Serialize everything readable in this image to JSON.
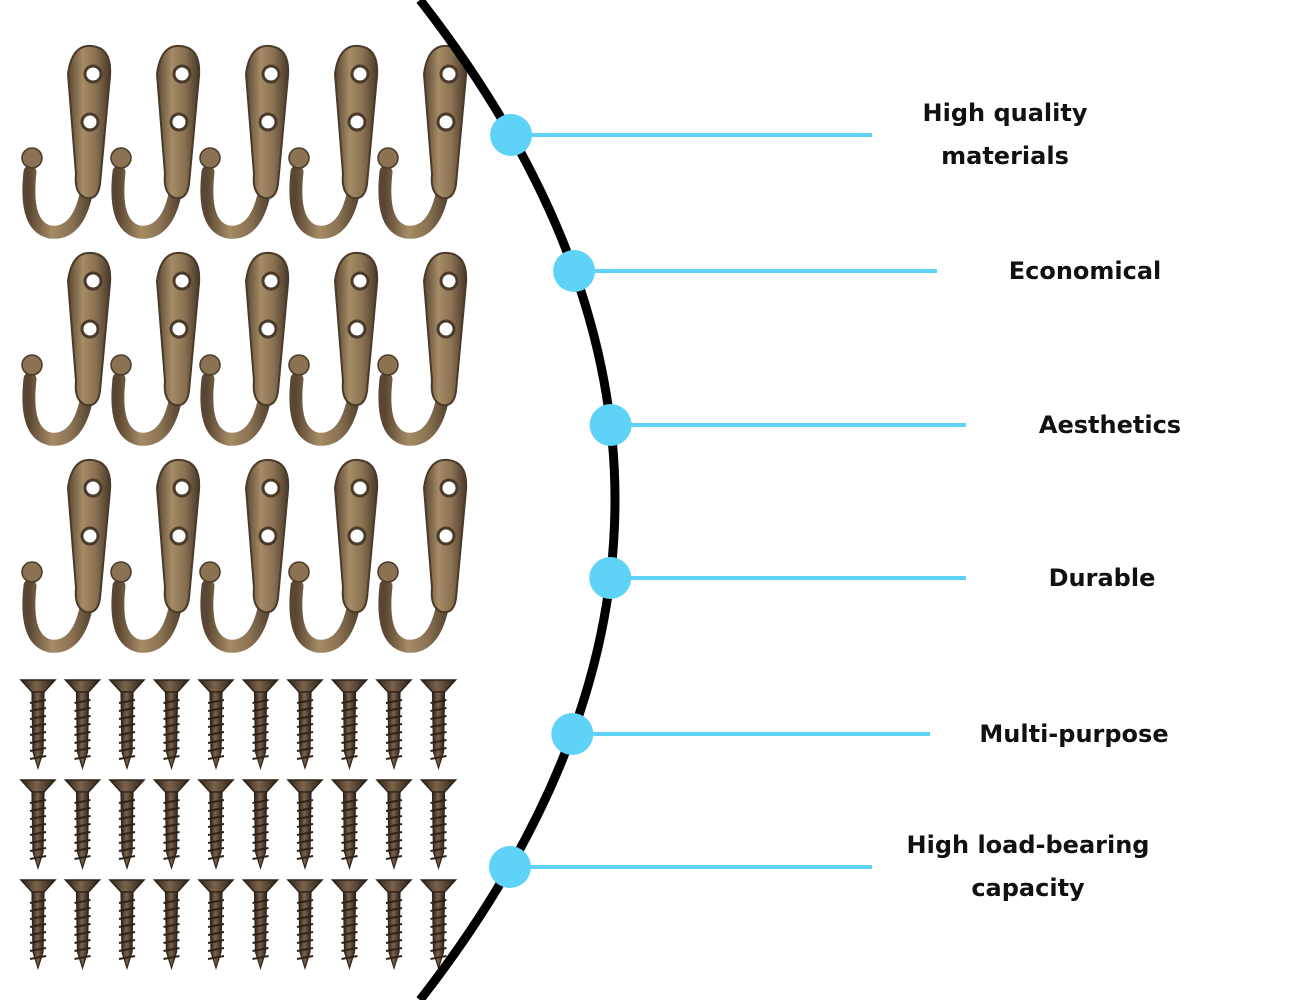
{
  "product": {
    "hook_count": 15,
    "screw_count": 30,
    "hook_icon": "double-hole-robe-hook-icon",
    "screw_icon": "flat-head-wood-screw-icon"
  },
  "colors": {
    "arc": "#000000",
    "accent": "#5fd3f7",
    "bronze_light": "#b8a07a",
    "bronze_mid": "#8a7253",
    "bronze_dark": "#4a3a2a",
    "screw_body": "#5e4a36",
    "screw_dark": "#2e2319",
    "text": "#111111",
    "background": "#ffffff"
  },
  "features": [
    {
      "label": "High quality materials",
      "lines": [
        "High quality",
        "materials"
      ]
    },
    {
      "label": "Economical",
      "lines": [
        "Economical"
      ]
    },
    {
      "label": "Aesthetics",
      "lines": [
        "Aesthetics"
      ]
    },
    {
      "label": "Durable",
      "lines": [
        "Durable"
      ]
    },
    {
      "label": "Multi-purpose",
      "lines": [
        "Multi-purpose"
      ]
    },
    {
      "label": "High load-bearing capacity",
      "lines": [
        "High load-bearing",
        "capacity"
      ]
    }
  ]
}
